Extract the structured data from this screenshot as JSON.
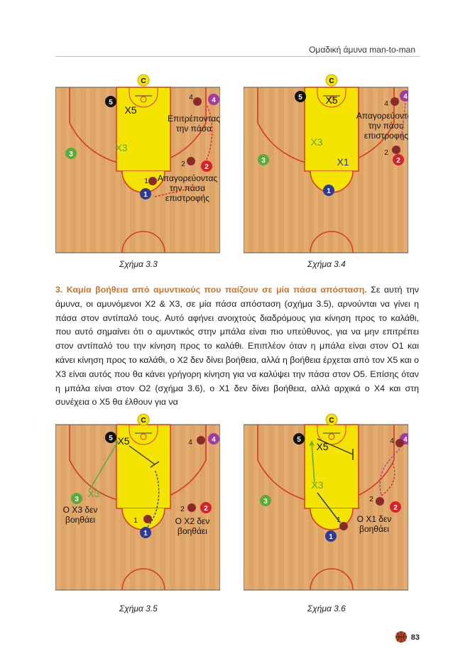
{
  "header": {
    "title": "Ομαδική άμυνα man-to-man"
  },
  "figures": [
    {
      "caption": "Σχήμα 3.3",
      "notes": [
        "Επιτρέποντας",
        "την πάσα"
      ],
      "notes2": [
        "Απαγορεύοντας",
        "την πάσα",
        "επιστροφής"
      ]
    },
    {
      "caption": "Σχήμα 3.4",
      "notes": [
        "Απαγορεύοντας",
        "την πάσα",
        "επιστροφής"
      ]
    },
    {
      "caption": "Σχήμα 3.5",
      "notes": [
        "Ο Χ3 δεν",
        "βοηθάει"
      ],
      "notes2": [
        "Ο Χ2 δεν",
        "βοηθάει"
      ]
    },
    {
      "caption": "Σχήμα 3.6",
      "notes": [
        "Ο Χ1 δεν",
        "βοηθάει"
      ]
    }
  ],
  "players": {
    "c": "C",
    "o1": "1",
    "o2": "2",
    "o3": "3",
    "o4": "4",
    "o5": "5",
    "x1": "X1",
    "x3": "X3",
    "x5": "X5",
    "x1_lbl": "1",
    "x2_lbl": "2",
    "x4_lbl": "4"
  },
  "section": {
    "lead": "3. Καμία βοήθεια από αμυντικούς που παίζουν σε μία πάσα απόσταση.",
    "text": " Σε αυτή την άμυνα, οι αμυνόμενοι Χ2 & Χ3, σε μία πάσα απόσταση (σχήμα 3.5), αρνούνται να γίνει η πάσα στον αντίπαλό τους. Αυτό αφήνει ανοιχτούς διαδρόμους για κίνηση προς το καλάθι, που αυτό σημαίνει ότι ο αμυντικός στην μπάλα είναι πιο υπεύθυνος, για να μην επιτρέπει στον αντίπαλό του την κίνηση προς το καλάθι. Επιπλέον όταν η μπάλα είναι στον Ο1 και κάνει κίνηση προς το καλάθι, ο Χ2 δεν δίνει βοήθεια, αλλά η βοήθεια έρχεται από τον Χ5 και ο Χ3 είναι αυτός που θα κάνει γρήγορη κίνηση για να καλύψει την πάσα στον Ο5. Επίσης όταν η μπάλα είναι στον Ο2 (σχήμα 3.6), ο Χ1 δεν δίνει βοήθεια, αλλά αρχικά ο Χ4 και στη συνέχεια ο Χ5 θα έλθουν για να"
  },
  "page_number": "83",
  "colors": {
    "court": "#e0a867",
    "paint": "#f5e300",
    "line": "#d43a2a",
    "o1": "#2d3a9a",
    "o2": "#d8222a",
    "o3": "#5aaa3c",
    "o4": "#a03ca0",
    "o5": "#111111",
    "accent": "#c8742a"
  }
}
